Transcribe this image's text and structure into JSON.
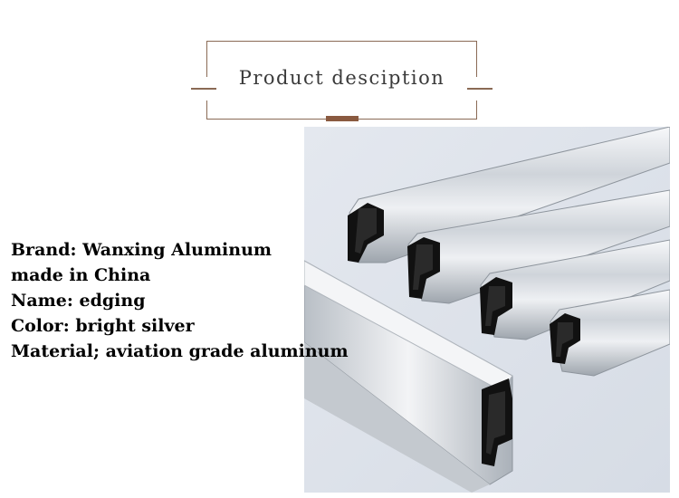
{
  "header": {
    "title": "Product desciption"
  },
  "specs": [
    "Brand: Wanxing Aluminum",
    "made in China",
    "Name: edging",
    "Color: bright silver",
    "Material; aviation grade aluminum"
  ],
  "colors": {
    "frame": "#8a6a55",
    "accent": "#8a5a40",
    "photo_background": "#dde2ea"
  }
}
